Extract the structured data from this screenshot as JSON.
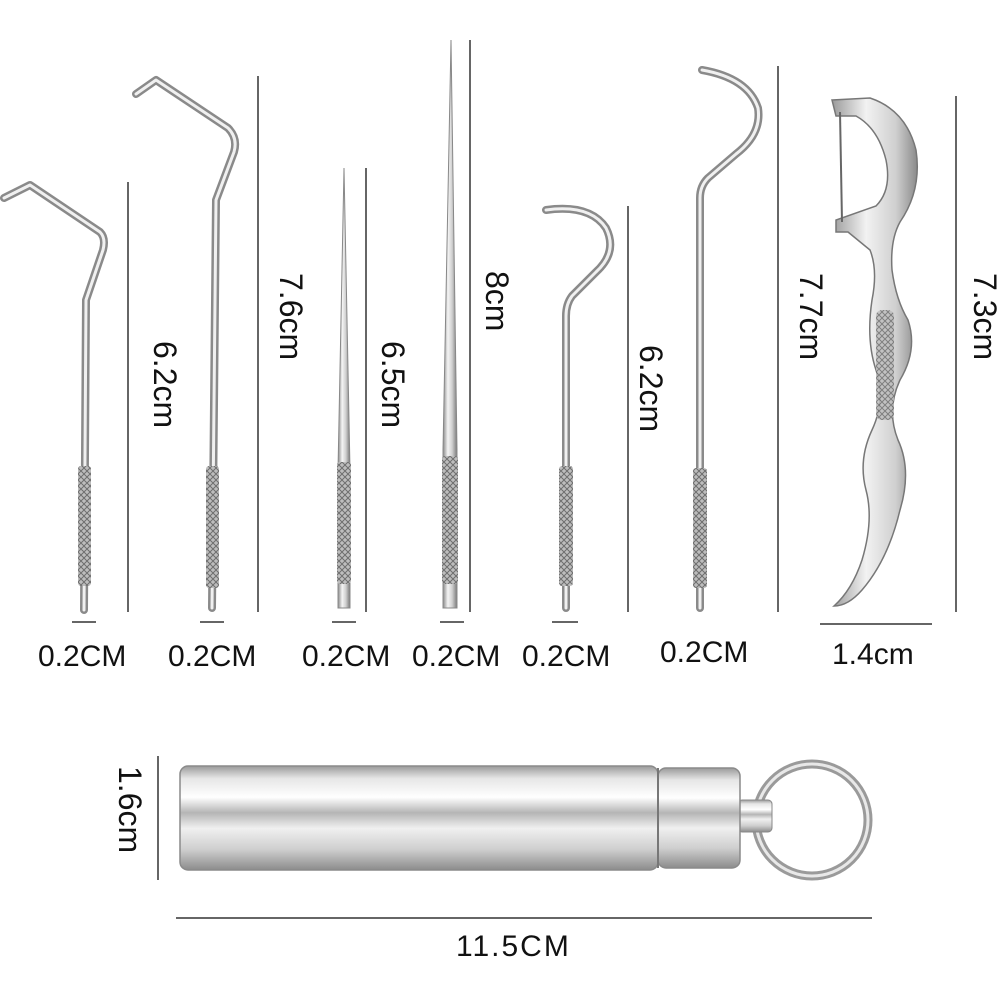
{
  "tools": [
    {
      "name": "hook-pick-1",
      "length_label": "6.2cm",
      "width_label": "0.2CM"
    },
    {
      "name": "hook-pick-2",
      "length_label": "7.6cm",
      "width_label": "0.2CM"
    },
    {
      "name": "needle-pick-short",
      "length_label": "6.5cm",
      "width_label": "0.2CM"
    },
    {
      "name": "needle-pick-long",
      "length_label": "8cm",
      "width_label": "0.2CM"
    },
    {
      "name": "curved-pick-short",
      "length_label": "6.2cm",
      "width_label": "0.2CM"
    },
    {
      "name": "curved-pick-long",
      "length_label": "7.7cm",
      "width_label": "0.2CM"
    },
    {
      "name": "floss-pick",
      "length_label": "7.3cm",
      "width_label": "1.4cm"
    }
  ],
  "case": {
    "diameter_label": "1.6cm",
    "length_label": "11.5CM"
  },
  "colors": {
    "metal_light": "#f2f2f2",
    "metal_mid": "#c4c4c4",
    "metal_dark": "#7a7a7a",
    "dim_line": "#333333",
    "text": "#111111"
  }
}
